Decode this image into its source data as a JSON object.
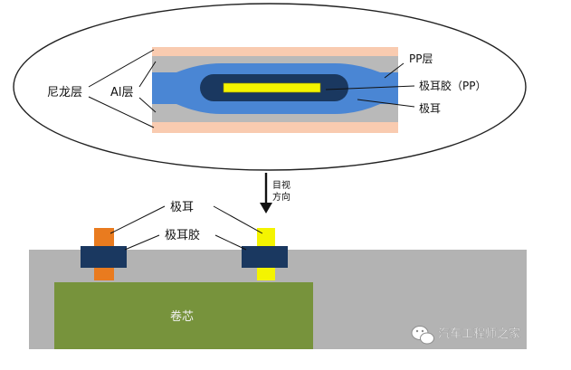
{
  "labels": {
    "nylon_layer": "尼龙层",
    "al_layer": "Al层",
    "pp_layer": "PP层",
    "tab_glue_pp": "极耳胶（PP）",
    "tab_top": "极耳",
    "view_direction_1": "目视",
    "view_direction_2": "方向",
    "tab_bottom": "极耳",
    "tab_glue": "极耳胶",
    "core": "卷芯"
  },
  "watermark": {
    "text": "汽车工程师之家",
    "icon": "wechat-icon"
  },
  "colors": {
    "nylon": "#f9cbb0",
    "aluminum": "#b9b9b9",
    "pp": "#4a86d4",
    "glue": "#1a3860",
    "tab": "#f4f400",
    "pouch": "#b3b3b3",
    "core": "#77933c",
    "tab_positive": "#e97b1f"
  }
}
